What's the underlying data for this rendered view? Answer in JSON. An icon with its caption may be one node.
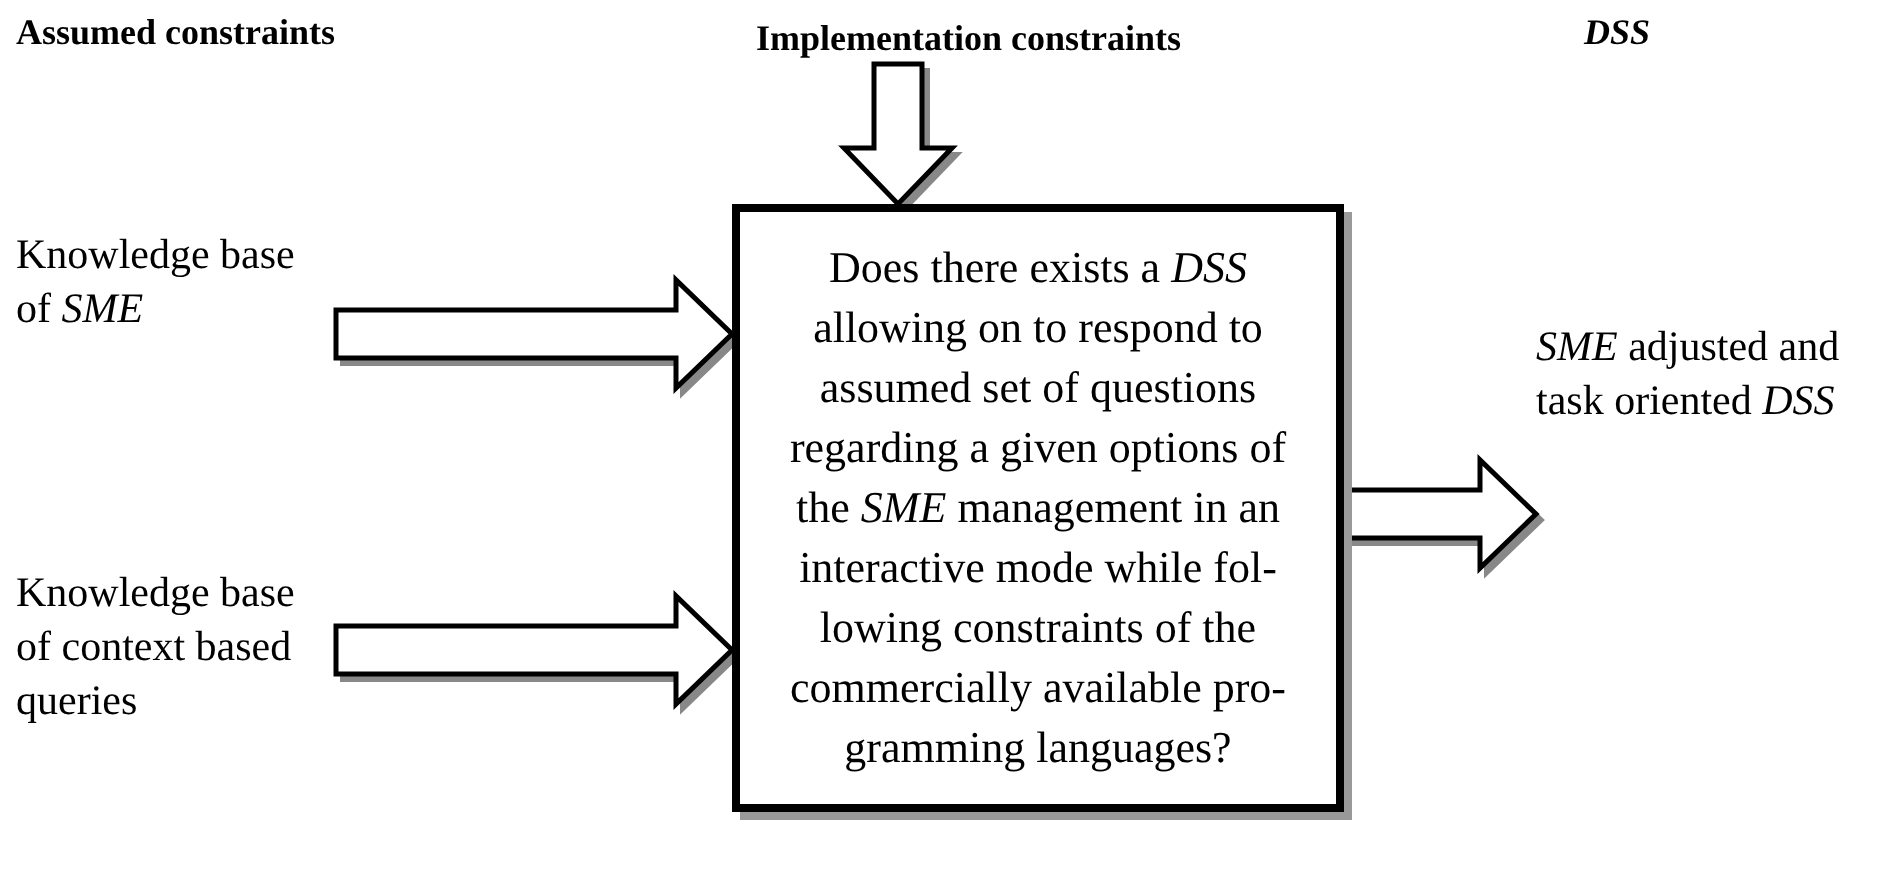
{
  "diagram": {
    "nodes": [
      {
        "text": [
          "Implementation constraints"
        ]
      },
      {
        "text": [
          "Knowledge base of *SME*"
        ]
      },
      {
        "text": [
          "Knowledge base of context based queries"
        ]
      },
      {
        "text": [
          "Does there exists a *DSS* allowing on to respond to assumed set of questions regarding a given options of the *SME* management in an interactive mode while fol- lowing constraints of the commercially available pro- gramming languages?"
        ]
      },
      {
        "text": [
          "*SME* adjusted and task oriented *DSS*"
        ]
      }
    ],
    "edges": [
      {
        "from": 0,
        "to": 3,
        "arrow": "to"
      },
      {
        "from": 1,
        "to": 3,
        "arrow": "to"
      },
      {
        "from": 2,
        "to": 3,
        "arrow": "to"
      },
      {
        "from": 3,
        "to": 4,
        "arrow": "to"
      }
    ],
    "labels": [
      "Assumed constraints",
      "DSS"
    ]
  }
}
